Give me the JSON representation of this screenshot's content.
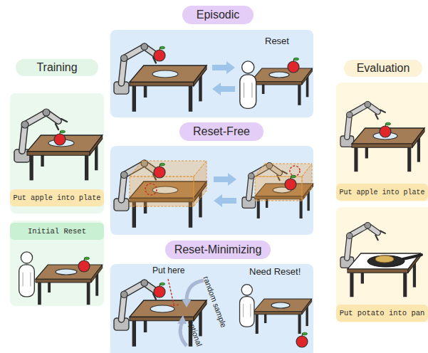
{
  "diagram": {
    "nodes": [
      {
        "text": [
          "Training"
        ]
      },
      {
        "text": [
          "Put apple into plate"
        ]
      },
      {
        "text": [
          "Initial Reset"
        ]
      },
      {
        "text": [
          "Episodic"
        ]
      },
      {
        "text": [
          "Reset-Free"
        ]
      },
      {
        "text": [
          "Reset-Minimizing"
        ]
      },
      {
        "text": [
          "Evaluation"
        ]
      },
      {
        "text": [
          "Put apple into plate"
        ]
      },
      {
        "text": [
          "Put potato into pan"
        ]
      }
    ],
    "labels": [
      "Reset",
      "Put here",
      "random sample",
      "optional",
      "Need Reset!"
    ]
  }
}
